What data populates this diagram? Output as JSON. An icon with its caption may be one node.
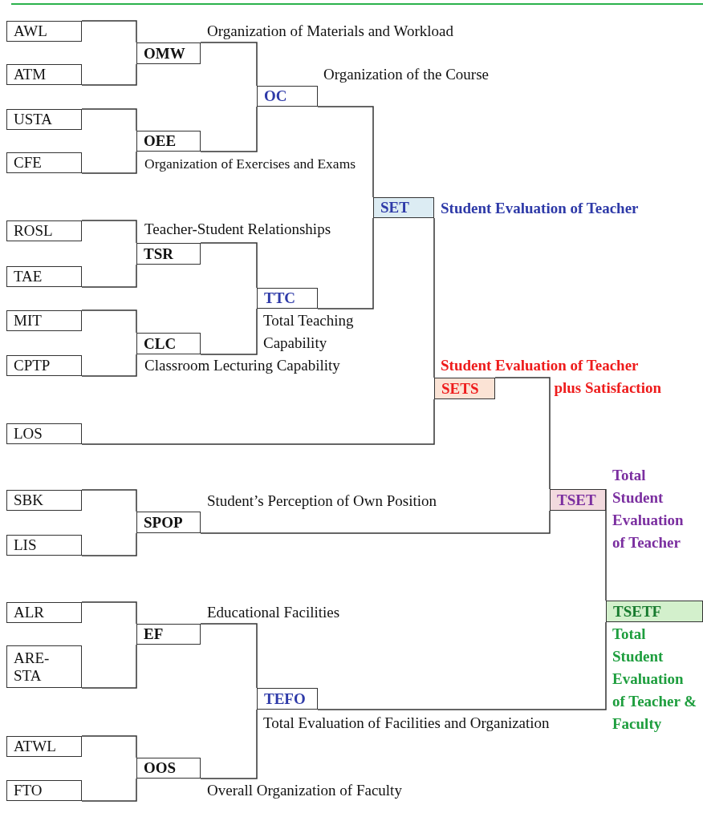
{
  "diagram": {
    "nodes": [
      {
        "text": [
          "AWL"
        ]
      },
      {
        "text": [
          "OMW"
        ],
        "beside": [
          "Organization of Materials and Workload"
        ]
      },
      {
        "text": [
          "ATM"
        ]
      },
      {
        "text": [
          "OC"
        ],
        "beside": [
          "Organization of the Course"
        ]
      },
      {
        "text": [
          "USTA"
        ]
      },
      {
        "text": [
          "OEE"
        ],
        "beside": [
          "Organization of Exercises and Exams"
        ]
      },
      {
        "text": [
          "CFE"
        ]
      },
      {
        "text": [
          "SET"
        ],
        "beside": [
          "Student Evaluation of Teacher"
        ]
      },
      {
        "text": [
          "ROSL"
        ]
      },
      {
        "text": [
          "TSR"
        ],
        "beside": [
          "Teacher-Student Relationships"
        ]
      },
      {
        "text": [
          "TAE"
        ]
      },
      {
        "text": [
          "TTC"
        ],
        "beside": [
          "Total Teaching Capability"
        ]
      },
      {
        "text": [
          "MIT"
        ]
      },
      {
        "text": [
          "CLC"
        ],
        "beside": [
          "Classroom Lecturing Capability"
        ]
      },
      {
        "text": [
          "CPTP"
        ]
      },
      {
        "text": [
          "SETS"
        ],
        "beside": [
          "Student Evaluation of Teacher plus Satisfaction"
        ]
      },
      {
        "text": [
          "LOS"
        ]
      },
      {
        "text": [
          "TSET"
        ],
        "beside": [
          "Total Student Evaluation of Teacher"
        ]
      },
      {
        "text": [
          "SBK"
        ]
      },
      {
        "text": [
          "SPOP"
        ],
        "beside": [
          "Student’s Perception of Own Position"
        ]
      },
      {
        "text": [
          "LIS"
        ]
      },
      {
        "text": [
          "TSETF"
        ],
        "beside": [
          "Total Student Evaluation of Teacher & Faculty"
        ]
      },
      {
        "text": [
          "ALR"
        ]
      },
      {
        "text": [
          "EF"
        ],
        "beside": [
          "Educational Facilities"
        ]
      },
      {
        "text": [
          "ARE-STA"
        ]
      },
      {
        "text": [
          "TEFO"
        ],
        "beside": [
          "Total Evaluation of Facilities and Organization"
        ]
      },
      {
        "text": [
          "ATWL"
        ]
      },
      {
        "text": [
          "OOS"
        ],
        "beside": [
          "Overall Organization of Faculty"
        ]
      },
      {
        "text": [
          "FTO"
        ]
      }
    ],
    "edges": [
      {
        "from": 0,
        "to": 1,
        "arrow": "none"
      },
      {
        "from": 2,
        "to": 1,
        "arrow": "none"
      },
      {
        "from": 4,
        "to": 5,
        "arrow": "none"
      },
      {
        "from": 6,
        "to": 5,
        "arrow": "none"
      },
      {
        "from": 1,
        "to": 3,
        "arrow": "none"
      },
      {
        "from": 5,
        "to": 3,
        "arrow": "none"
      },
      {
        "from": 8,
        "to": 9,
        "arrow": "none"
      },
      {
        "from": 10,
        "to": 9,
        "arrow": "none"
      },
      {
        "from": 12,
        "to": 13,
        "arrow": "none"
      },
      {
        "from": 14,
        "to": 13,
        "arrow": "none"
      },
      {
        "from": 9,
        "to": 11,
        "arrow": "none"
      },
      {
        "from": 13,
        "to": 11,
        "arrow": "none"
      },
      {
        "from": 3,
        "to": 7,
        "arrow": "none"
      },
      {
        "from": 11,
        "to": 7,
        "arrow": "none"
      },
      {
        "from": 7,
        "to": 15,
        "arrow": "none"
      },
      {
        "from": 16,
        "to": 15,
        "arrow": "none"
      },
      {
        "from": 18,
        "to": 19,
        "arrow": "none"
      },
      {
        "from": 20,
        "to": 19,
        "arrow": "none"
      },
      {
        "from": 15,
        "to": 17,
        "arrow": "none"
      },
      {
        "from": 19,
        "to": 17,
        "arrow": "none"
      },
      {
        "from": 17,
        "to": 21,
        "arrow": "none"
      },
      {
        "from": 22,
        "to": 23,
        "arrow": "none"
      },
      {
        "from": 24,
        "to": 23,
        "arrow": "none"
      },
      {
        "from": 26,
        "to": 27,
        "arrow": "none"
      },
      {
        "from": 28,
        "to": 27,
        "arrow": "none"
      },
      {
        "from": 23,
        "to": 25,
        "arrow": "none"
      },
      {
        "from": 27,
        "to": 25,
        "arrow": "none"
      },
      {
        "from": 25,
        "to": 21,
        "arrow": "none"
      }
    ]
  }
}
